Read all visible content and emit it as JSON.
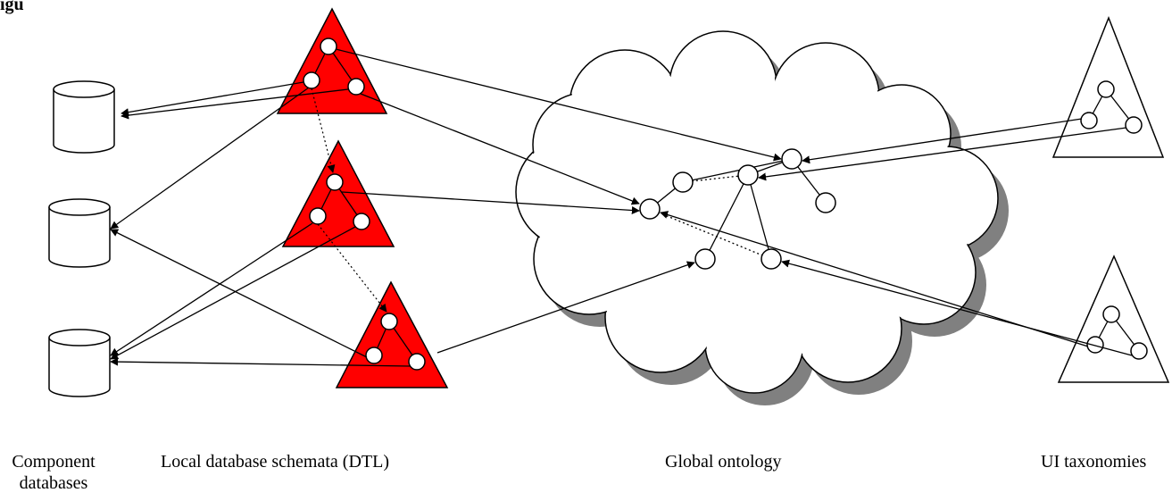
{
  "figure": {
    "header_fragment": "igu"
  },
  "labels": {
    "component_databases_line1": "Component",
    "component_databases_line2": "databases",
    "local_schemata": "Local database schemata (DTL)",
    "global_ontology": "Global ontology",
    "ui_taxonomies": "UI taxonomies"
  },
  "colors": {
    "schema_fill": "#ff0000",
    "ontology_shadow": "#808080",
    "stroke": "#000000",
    "background": "#ffffff"
  },
  "components": {
    "databases": [
      "database-1",
      "database-2",
      "database-3"
    ],
    "local_schemata": [
      "local-schema-1",
      "local-schema-2",
      "local-schema-3"
    ],
    "ui_taxonomies": [
      "ui-taxonomy-1",
      "ui-taxonomy-2"
    ]
  }
}
